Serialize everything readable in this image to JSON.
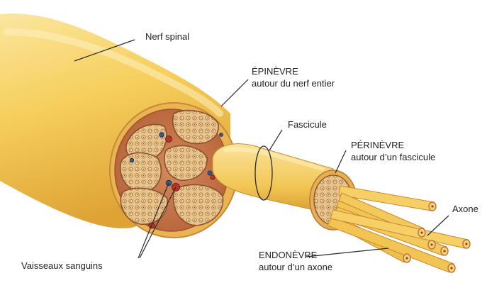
{
  "labels": {
    "nerf_spinal": "Nerf spinal",
    "epinevre_title": "ÉPINÈVRE",
    "epinevre_sub": "autour du nerf entier",
    "fascicule": "Fascicule",
    "perinevre_title": "PÉRINÈVRE",
    "perinevre_sub": "autour d’un fascicule",
    "axone": "Axone",
    "endonevre_title": "ENDONÈVRE",
    "endonevre_sub": "autour d’un axone",
    "vaisseaux": "Vaisseaux sanguins"
  },
  "colors": {
    "nerve_light": "#f9dc74",
    "nerve_mid": "#f0c24a",
    "nerve_shadow": "#d99a2b",
    "cross_section": "#c9764a",
    "fascicle_fill": "#e9c98f",
    "vessel_red": "#b5352b",
    "vessel_blue": "#3a5a8c",
    "leader_line": "#2a2a2a"
  }
}
